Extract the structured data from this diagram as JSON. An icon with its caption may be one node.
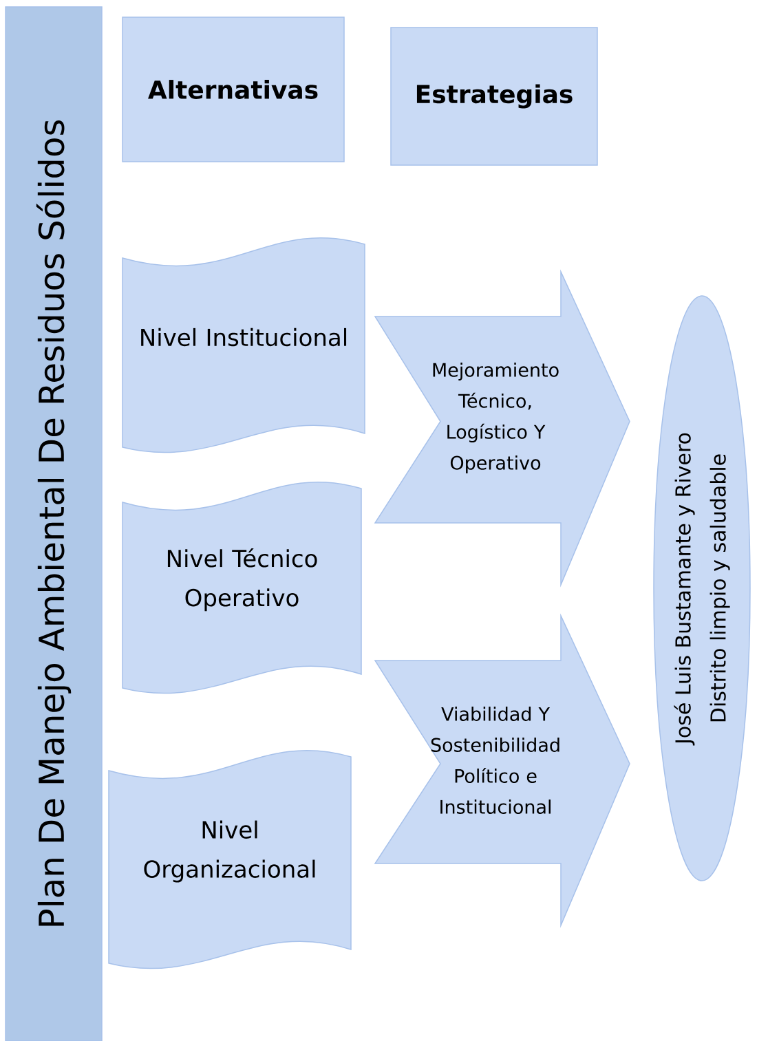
{
  "diagram": {
    "nodes": [
      {
        "text": [
          "Plan De Manejo Ambiental De Residuos Sólidos"
        ]
      },
      {
        "text": [
          "Alternativas"
        ]
      },
      {
        "text": [
          "Estrategias"
        ]
      },
      {
        "text": [
          "Nivel Institucional"
        ]
      },
      {
        "text": [
          "Nivel Técnico Operativo"
        ]
      },
      {
        "text": [
          "Nivel Organizacional"
        ]
      },
      {
        "text": [
          "Mejoramiento Técnico, Logístico Y Operativo"
        ]
      },
      {
        "text": [
          "Viabilidad Y Sostenibilidad Político e Institucional"
        ]
      },
      {
        "text": [
          "José Luis Bustamante y Rivero",
          "Distrito limpio y saludable"
        ]
      }
    ]
  }
}
